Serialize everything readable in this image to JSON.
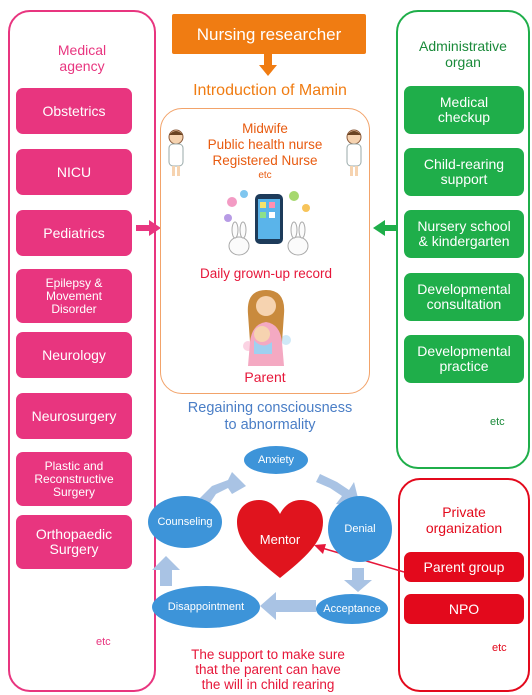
{
  "header": {
    "researcher": "Nursing researcher",
    "intro": "Introduction of Mamin"
  },
  "medical": {
    "title": "Medical\nagency",
    "items": [
      "Obstetrics",
      "NICU",
      "Pediatrics",
      "Epilepsy &\nMovement\nDisorder",
      "Neurology",
      "Neurosurgery",
      "Plastic and\nReconstructive\nSurgery",
      "Orthopaedic\nSurgery"
    ],
    "etc": "etc"
  },
  "admin": {
    "title": "Administrative\norgan",
    "items": [
      "Medical\ncheckup",
      "Child-rearing\nsupport",
      "Nursery school\n& kindergarten",
      "Developmental\nconsultation",
      "Developmental\npractice"
    ],
    "etc": "etc"
  },
  "private": {
    "title": "Private\norganization",
    "items": [
      "Parent group",
      "NPO"
    ],
    "etc": "etc"
  },
  "center": {
    "nurses": "Midwife\nPublic health nurse\nRegistered Nurse",
    "nurses_etc": "etc",
    "record": "Daily  grown-up record",
    "parent": "Parent"
  },
  "cycle": {
    "heading": "Regaining consciousness\nto abnormality",
    "mentor": "Mentor",
    "stages": {
      "anxiety": "Anxiety",
      "denial": "Denial",
      "acceptance": "Acceptance",
      "disappointment": "Disappointment",
      "counseling": "Counseling"
    }
  },
  "footer": "The support to make sure\nthat the parent can have\nthe will in child rearing",
  "colors": {
    "pink": "#e8357f",
    "green": "#1fae4a",
    "red": "#e3091c",
    "orange": "#f07c12",
    "blue": "#3d94d9",
    "heart": "#e0141e"
  }
}
